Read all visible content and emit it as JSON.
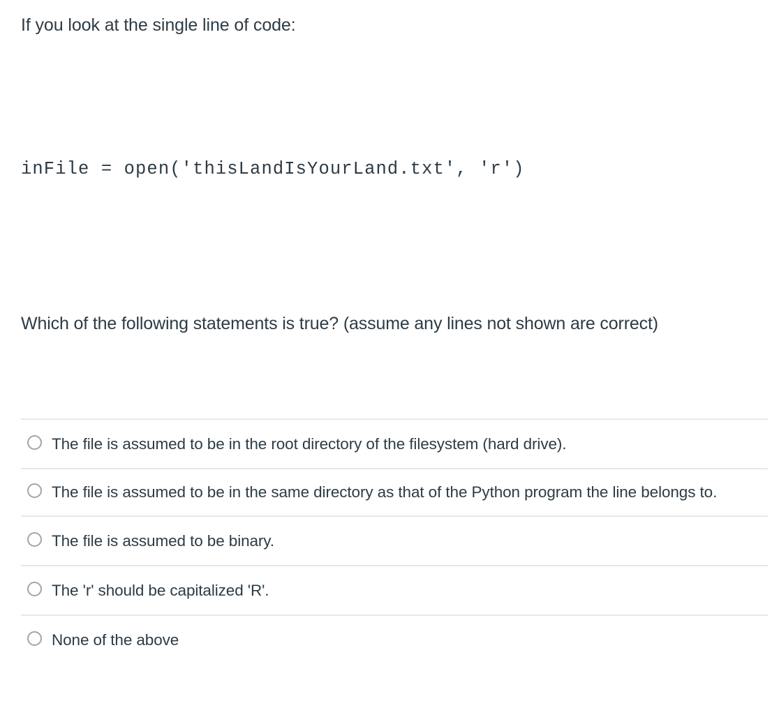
{
  "question": {
    "intro_text": "If you look at the single line of code:",
    "code_line": "inFile = open('thisLandIsYourLand.txt', 'r')",
    "prompt": "Which of the following statements is true? (assume any lines not shown are correct)"
  },
  "answers": [
    {
      "id": "answer-0",
      "text": "The file is assumed to be in the root directory of the filesystem (hard drive).",
      "selected": false
    },
    {
      "id": "answer-1",
      "text": "The file is assumed to be in the same directory as that of the Python program the line belongs to.",
      "selected": false
    },
    {
      "id": "answer-2",
      "text": "The file is assumed to be binary.",
      "selected": false
    },
    {
      "id": "answer-3",
      "text": "The 'r' should be capitalized 'R'.",
      "selected": false
    },
    {
      "id": "answer-4",
      "text": "None of the above",
      "selected": false
    }
  ],
  "colors": {
    "text": "#2d3b45",
    "divider": "#e8e8e8",
    "radio_border": "#9ea6ad",
    "background": "#ffffff"
  }
}
